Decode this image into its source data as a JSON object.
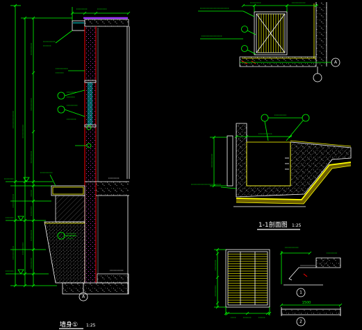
{
  "colors": {
    "background": "#000000",
    "dimension": "#00ff00",
    "outline": "#ffffff",
    "wall": "#ff0000",
    "finish": "#ffff00",
    "hatch": "#ff00ff",
    "glass": "#00ffff",
    "roof": "#9b30ff",
    "grey": "#8c8c8c"
  },
  "wall_section": {
    "title": "墙身①",
    "scale": "1:25",
    "axis": "A"
  },
  "door_detail": {
    "axis": "A"
  },
  "section_1_1": {
    "title": "1-1剖面图",
    "scale": "1:25"
  },
  "node_details": [
    {
      "ref": "1"
    },
    {
      "ref": "2",
      "dimension": "1500"
    }
  ]
}
